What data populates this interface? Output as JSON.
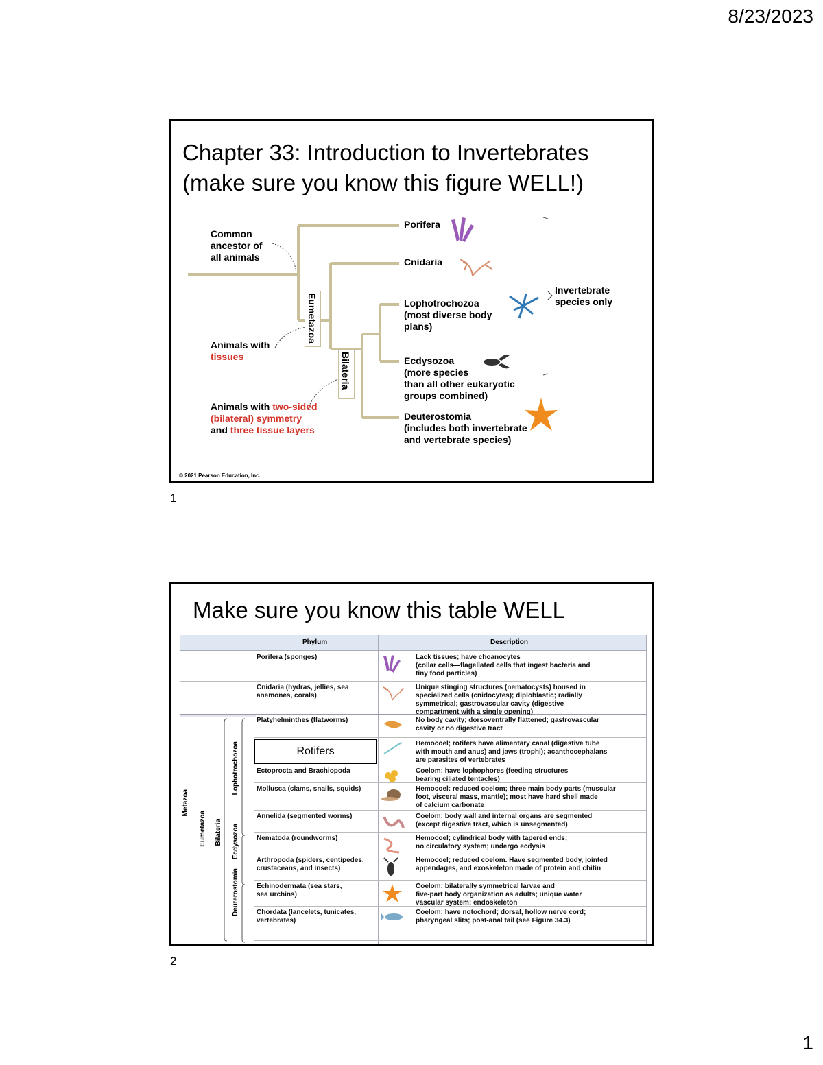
{
  "header": {
    "date": "8/23/2023"
  },
  "footer": {
    "page_number": "1"
  },
  "slide1": {
    "index": "1",
    "title_line1": "Chapter 33: Introduction to Invertebrates",
    "title_line2": "(make sure you know this figure WELL!)",
    "common_ancestor": [
      "Common",
      "ancestor of",
      "all animals"
    ],
    "eumetazoa": "Eumetazoa",
    "bilateria": "Bilateria",
    "tissues_prefix": "Animals with",
    "tissues_red": "tissues",
    "bilateral_line1_prefix": "Animals with ",
    "bilateral_line1_red": "two-sided",
    "bilateral_line2_red": "(bilateral) symmetry",
    "bilateral_line3_prefix": "and ",
    "bilateral_line3_red": "three tissue layers",
    "taxa": {
      "porifera": "Porifera",
      "cnidaria": "Cnidaria",
      "lopho": [
        "Lophotrochozoa",
        "(most diverse body",
        "plans)"
      ],
      "ecdy": [
        "Ecdysozoa",
        "(more species",
        "than all other eukaryotic",
        "groups combined)"
      ],
      "deut": [
        "Deuterostomia",
        "(includes both invertebrate",
        "and vertebrate species)"
      ]
    },
    "invert_note": [
      "Invertebrate",
      "species only"
    ],
    "copyright": "© 2021 Pearson Education, Inc."
  },
  "slide2": {
    "index": "2",
    "title": "Make sure you know this table WELL",
    "col_phylum": "Phylum",
    "col_description": "Description",
    "rotifers_box": "Rotifers",
    "side_labels": {
      "metazoa": "Metazoa",
      "eumetazoa": "Eumetazoa",
      "bilateria": "Bilateria",
      "lopho": "Lophotrochozoa",
      "ecdy": "Ecdysozoa",
      "deut": "Deuterostomia"
    },
    "rows": [
      {
        "phylum": [
          "Porifera (sponges)"
        ],
        "desc": [
          "Lack tissues; have choanocytes",
          "(collar cells—flagellated cells that ingest bacteria and",
          "tiny food particles)"
        ]
      },
      {
        "phylum": [
          "Cnidaria (hydras, jellies, sea",
          "anemones, corals)"
        ],
        "desc": [
          "Unique stinging structures (nematocysts) housed in",
          "specialized cells (cnidocytes); diploblastic; radially",
          "symmetrical; gastrovascular cavity (digestive",
          "compartment with a single opening)"
        ]
      },
      {
        "phylum": [
          "Platyhelminthes (flatworms)"
        ],
        "desc": [
          "No body cavity; dorsoventrally flattened; gastrovascular",
          "cavity or no digestive tract"
        ]
      },
      {
        "phylum": [
          ""
        ],
        "desc": [
          "Hemocoel; rotifers have alimentary canal (digestive tube",
          "with mouth and anus) and jaws (trophi); acanthocephalans",
          "are parasites of vertebrates"
        ]
      },
      {
        "phylum": [
          "Ectoprocta and Brachiopoda"
        ],
        "desc": [
          "Coelom; have lophophores (feeding structures",
          "bearing ciliated tentacles)"
        ]
      },
      {
        "phylum": [
          "Mollusca (clams, snails, squids)"
        ],
        "desc": [
          "Hemocoel: reduced coelom; three main body parts (muscular",
          "foot, visceral mass, mantle); most have hard shell made",
          "of calcium carbonate"
        ]
      },
      {
        "phylum": [
          "Annelida (segmented worms)"
        ],
        "desc": [
          "Coelom; body wall and internal organs are segmented",
          "(except digestive tract, which is unsegmented)"
        ]
      },
      {
        "phylum": [
          "Nematoda (roundworms)"
        ],
        "desc": [
          "Hemocoel; cylindrical body with tapered ends;",
          "no circulatory system; undergo ecdysis"
        ]
      },
      {
        "phylum": [
          "Arthropoda (spiders, centipedes,",
          "crustaceans, and insects)"
        ],
        "desc": [
          "Hemocoel; reduced coelom. Have segmented body, jointed",
          "appendages, and exoskeleton made of protein and chitin"
        ]
      },
      {
        "phylum": [
          "Echinodermata (sea stars,",
          "sea urchins)"
        ],
        "desc": [
          "Coelom; bilaterally symmetrical larvae and",
          "five-part body organization as adults; unique water",
          "vascular system; endoskeleton"
        ]
      },
      {
        "phylum": [
          "Chordata (lancelets, tunicates,",
          "vertebrates)"
        ],
        "desc": [
          "Coelom; have notochord; dorsal, hollow nerve cord;",
          "pharyngeal slits; post-anal tail (see Figure 34.3)"
        ]
      }
    ]
  }
}
